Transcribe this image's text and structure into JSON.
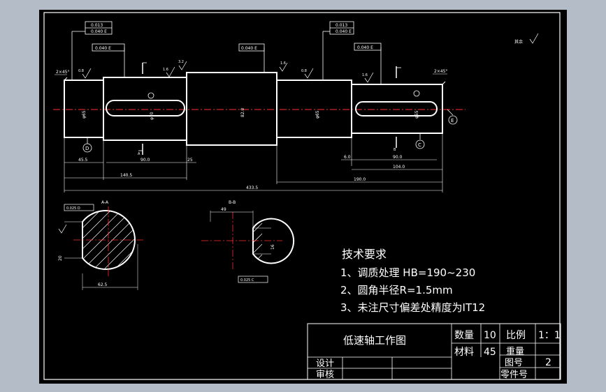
{
  "tech": {
    "title": "技术要求",
    "items": [
      "1、调质处理 HB=190~230",
      "2、圆角半径R=1.5mm",
      "3、未注尺寸偏差处精度为IT12"
    ]
  },
  "title_block": {
    "drawing_name": "低速轴工作图",
    "qty_label": "数量",
    "qty": "10",
    "scale_label": "比例",
    "scale": "1：1",
    "material_label": "材料",
    "material": "45",
    "weight_label": "重量",
    "drawing_no_label": "图号",
    "drawing_no": "2",
    "part_no_label": "零件号",
    "design_label": "设计",
    "review_label": "审核"
  },
  "dims": {
    "d455": "45.5",
    "d900a": "90.0",
    "d25": "25",
    "d1405": "140.5",
    "d4335": "433.5",
    "d60": "6.0",
    "d900b": "90.0",
    "d1040": "104.0",
    "d1900": "190.0",
    "dia_a": "φ65",
    "dia_b": "φ70",
    "dia_mid": "82.0",
    "dia_c": "φ65",
    "dia_d": "φ55",
    "chamfer": "2×45°"
  },
  "tol": {
    "runout1": "0.040 E",
    "runout2": "0.040 E",
    "runout3": "0.040 E",
    "fc1": "0.013",
    "fc1b": "0.040 E",
    "fc2": "0.013",
    "fc2b": "0.040 E",
    "sym_a": "0.025 D",
    "sym_b": "0.025 C"
  },
  "datums": {
    "d": "D",
    "c": "C",
    "e": "E"
  },
  "sections": {
    "aa_title": "A-A",
    "aa_depth": "62.5",
    "aa_width": "20",
    "bb_title": "B-B",
    "bb_depth": "49",
    "bb_width": "16"
  },
  "cut_labels": {
    "a": "A",
    "b": "B"
  },
  "rough": {
    "r1": "0.8",
    "r2": "1.6",
    "r3": "3.2",
    "r4": "1.6",
    "r5": "0.8",
    "r6": "1.6",
    "r_corner": "其余"
  }
}
